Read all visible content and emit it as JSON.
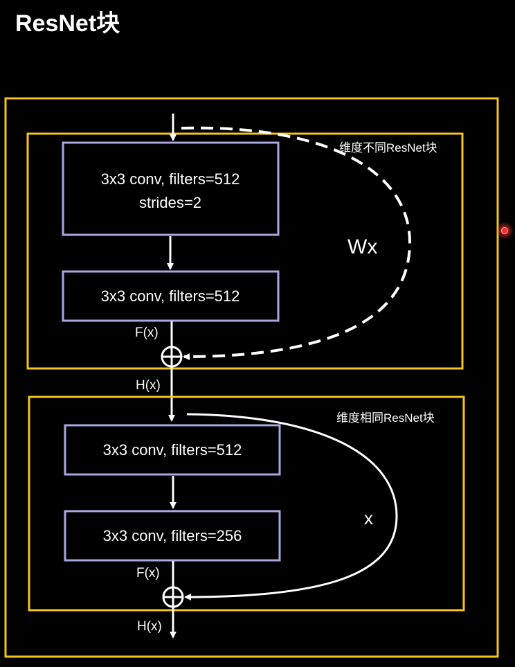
{
  "title": "ResNet块",
  "blocks": {
    "top": {
      "label": "维度不同ResNet块",
      "conv1_line1": "3x3 conv, filters=512",
      "conv1_line2": "strides=2",
      "conv2": "3x3 conv, filters=512",
      "fx": "F(x)",
      "hx": "H(x)",
      "shortcut": "Wx"
    },
    "bottom": {
      "label": "维度相同ResNet块",
      "conv1": "3x3 conv, filters=512",
      "conv2": "3x3 conv, filters=256",
      "fx": "F(x)",
      "hx": "H(x)",
      "shortcut": "x"
    }
  },
  "colors": {
    "background": "#000000",
    "frame": "#f5c518",
    "conv_border": "#a9a7e0",
    "foreground": "#ffffff",
    "pointer": "#ff2a2a"
  }
}
